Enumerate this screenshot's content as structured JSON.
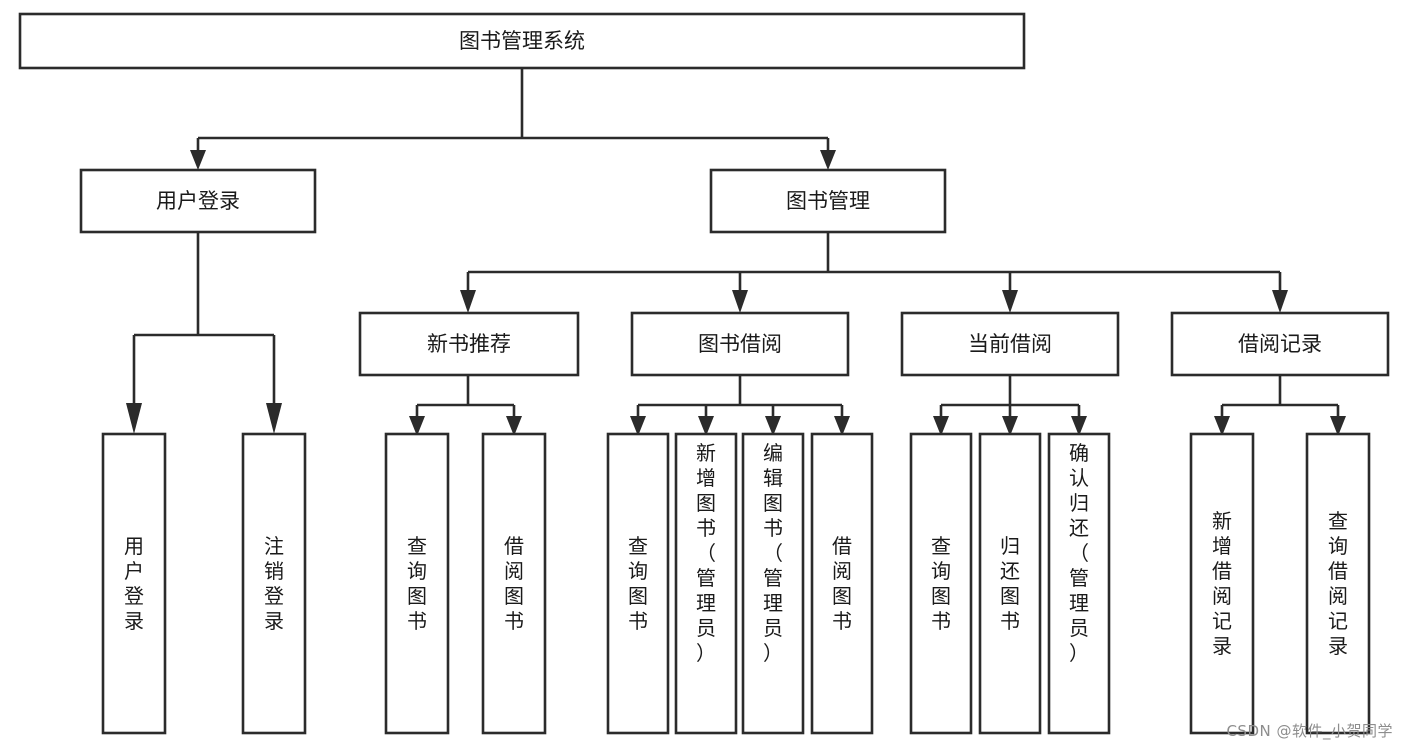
{
  "diagram": {
    "title": "图书管理系统",
    "type": "tree-hierarchy",
    "root": {
      "id": "root",
      "label": "图书管理系统",
      "orientation": "horizontal"
    },
    "level2": [
      {
        "id": "user-login",
        "label": "用户登录",
        "orientation": "horizontal"
      },
      {
        "id": "book-manage",
        "label": "图书管理",
        "orientation": "horizontal"
      }
    ],
    "level3": [
      {
        "id": "new-book-recommend",
        "label": "新书推荐",
        "orientation": "horizontal",
        "parent": "book-manage"
      },
      {
        "id": "book-borrow",
        "label": "图书借阅",
        "orientation": "horizontal",
        "parent": "book-manage"
      },
      {
        "id": "current-borrow",
        "label": "当前借阅",
        "orientation": "horizontal",
        "parent": "book-manage"
      },
      {
        "id": "borrow-record",
        "label": "借阅记录",
        "orientation": "horizontal",
        "parent": "book-manage"
      }
    ],
    "leaves": [
      {
        "id": "leaf-user-login",
        "label": "用户登录",
        "orientation": "vertical",
        "parent": "user-login"
      },
      {
        "id": "leaf-user-logout",
        "label": "注销登录",
        "orientation": "vertical",
        "parent": "user-login"
      },
      {
        "id": "leaf-query-book-1",
        "label": "查询图书",
        "orientation": "vertical",
        "parent": "new-book-recommend"
      },
      {
        "id": "leaf-borrow-book-1",
        "label": "借阅图书",
        "orientation": "vertical",
        "parent": "new-book-recommend"
      },
      {
        "id": "leaf-query-book-2",
        "label": "查询图书",
        "orientation": "vertical",
        "parent": "book-borrow"
      },
      {
        "id": "leaf-add-book",
        "label": "新增图书（管理员）",
        "orientation": "vertical",
        "parent": "book-borrow"
      },
      {
        "id": "leaf-edit-book",
        "label": "编辑图书（管理员）",
        "orientation": "vertical",
        "parent": "book-borrow"
      },
      {
        "id": "leaf-borrow-book-2",
        "label": "借阅图书",
        "orientation": "vertical",
        "parent": "book-borrow"
      },
      {
        "id": "leaf-query-book-3",
        "label": "查询图书",
        "orientation": "vertical",
        "parent": "current-borrow"
      },
      {
        "id": "leaf-return-book",
        "label": "归还图书",
        "orientation": "vertical",
        "parent": "current-borrow"
      },
      {
        "id": "leaf-confirm-return",
        "label": "确认归还（管理员）",
        "orientation": "vertical",
        "parent": "current-borrow"
      },
      {
        "id": "leaf-add-record",
        "label": "新增借阅记录",
        "orientation": "vertical",
        "parent": "borrow-record"
      },
      {
        "id": "leaf-query-record",
        "label": "查询借阅记录",
        "orientation": "vertical",
        "parent": "borrow-record"
      }
    ],
    "colors": {
      "stroke": "#2b2b2b",
      "fill": "#ffffff",
      "text": "#1a1a1a",
      "watermark": "#8d8d8d"
    }
  },
  "watermark": {
    "text": "CSDN @软件_小贺同学"
  }
}
